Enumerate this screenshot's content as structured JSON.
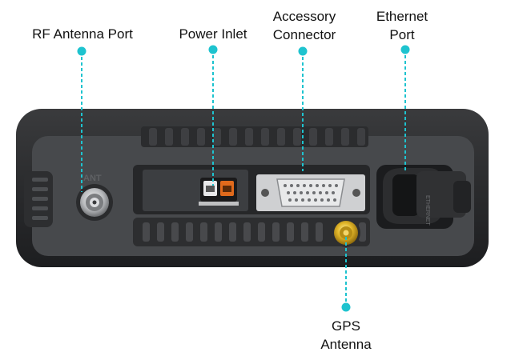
{
  "callout_color": "#1ec3cf",
  "labels": {
    "rf_antenna_port": [
      "RF Antenna Port"
    ],
    "power_inlet": [
      "Power Inlet"
    ],
    "accessory_connector": [
      "Accessory",
      "Connector"
    ],
    "ethernet_port": [
      "Ethernet",
      "Port"
    ],
    "gps_antenna": [
      "GPS",
      "Antenna"
    ]
  },
  "device": {
    "ant_marking": "ANT",
    "ethernet_marking": "ETHERNET"
  }
}
